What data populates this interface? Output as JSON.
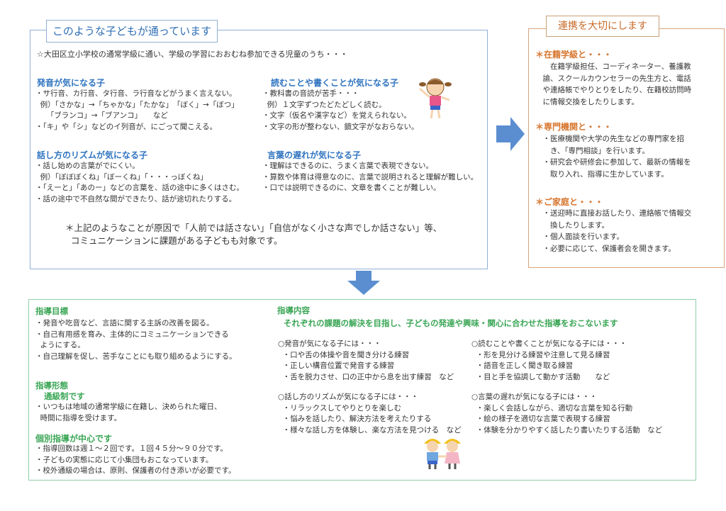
{
  "children_box": {
    "title": "このような子どもが通っています",
    "intro": "☆大田区立小学校の通常学級に通い、学級の学習におおむね参加できる児童のうち・・・",
    "groups": [
      {
        "heading": "発音が気になる子",
        "lines": [
          "・サ行音、カ行音、タ行音、ラ行音などがうまく言えない。",
          "  例）「さかな」→「ちゃかな」「たかな」　「ぼく」→「ぼつ」",
          "　　「ブランコ」→「ブアンコ」　　など",
          "・「キ」や「シ」などのイ列音が、にごって聞こえる。"
        ]
      },
      {
        "heading": "読むことや書くことが気になる子",
        "lines": [
          "・教科書の音読が苦手・・・",
          "  例）１文字ずつたどたどしく読む。",
          "・文字（仮名や漢字など）を覚えられない。",
          "・文字の形が整わない、鏡文字がなおらない。"
        ]
      },
      {
        "heading": "話し方のリズムが気になる子",
        "lines": [
          "・話し始めの言葉がでにくい。",
          "  例）「ぼぼぼくね」「ぼーくね」「・・・っぼくね」",
          "・「えーと」「あのー」などの言葉を、話の途中に多くはさむ。",
          "・話の途中で不自然な間ができたり、話が途切れたりする。"
        ]
      },
      {
        "heading": "言葉の遅れが気になる子",
        "lines": [
          "・理解はできるのに、うまく言葉で表現できない。",
          "・算数や体育は得意なのに、言葉で説明されると理解が難しい。",
          "・口では説明できるのに、文章を書くことが難しい。"
        ]
      }
    ],
    "note": [
      "＊上記のようなことが原因で「人前では話さない」「自信がなく小さな声でしか話さない」等、",
      "  コミュニケーションに課題がある子どもも対象です。"
    ]
  },
  "collab_box": {
    "title": "連携を大切にします",
    "sections": [
      {
        "heading": "＊在籍学級と・・・",
        "lines": [
          "　　在籍学級担任、コーディネーター、養護教",
          "　諭、スクールカウンセラーの先生方と、電話",
          "　や連絡帳でやりとりをしたり、在籍校訪問時",
          "　に情報交換をしたりします。"
        ]
      },
      {
        "heading": "＊専門機関と・・・",
        "lines": [
          "　・医療機関や大学の先生などの専門家を招",
          "　　き、「専門相談」を行います。",
          "　・研究会や研修会に参加して、最新の情報を",
          "　　取り入れ、指導に生かしています。"
        ]
      },
      {
        "heading": "＊ご家庭と・・・",
        "lines": [
          "　・送迎時に直接お話したり、連絡帳で情報交",
          "　　換したりします。",
          "　・個人面談を行います。",
          "　・必要に応じて、保護者会を開きます。"
        ]
      }
    ]
  },
  "guidance": {
    "goals": {
      "heading": "指導目標",
      "lines": [
        "・発音や吃音など、言語に関する主訴の改善を図る。",
        "・自己有用感を育み、主体的にコミュニケーションできる",
        "  ようにする。",
        "・自己理解を促し、苦手なことにも取り組めるようにする。"
      ]
    },
    "form": {
      "heading": "指導形態",
      "subheading": "通級制です",
      "lines": [
        "・いつもは地域の通常学級に在籍し、決められた曜日、",
        "  時間に指導を受けます。"
      ]
    },
    "individual": {
      "heading": "個別指導が中心です",
      "lines": [
        "・指導回数は週１～２回です。１回４５分～９０分です。",
        "・子どもの実態に応じて小集団もおこなっています。",
        "・校外通級の場合は、原則、保護者の付き添いが必要です。"
      ]
    },
    "content": {
      "heading": "指導内容",
      "subtitle": "それぞれの課題の解決を目指し、子どもの発達や興味・関心に合わせた指導をおこないます",
      "groups": [
        {
          "lines": [
            "○発音が気になる子には・・・",
            "  ・口や舌の体操や音を聞き分ける練習",
            "  ・正しい構音位置で発音する練習",
            "  ・舌を脱力させ、口の正中から息を出す練習　など"
          ]
        },
        {
          "lines": [
            "○読むことや書くことが気になる子には・・・",
            "  ・形を見分ける練習や注意して見る練習",
            "  ・語音を正しく聞き取る練習",
            "  ・目と手を協調して動かす活動　　など"
          ]
        },
        {
          "lines": [
            "○話し方のリズムが気になる子には・・・",
            "  ・リラックスしてやりとりを楽しむ",
            "  ・悩みを話したり、解決方法を考えたりする",
            "  ・様々な話し方を体験し、楽な方法を見つける　など"
          ]
        },
        {
          "lines": [
            "○言葉の遅れが気になる子には・・・",
            "  ・楽しく会話しながら、適切な言葉を知る行動",
            "  ・絵の様子を適切な言葉で表現する練習",
            "  ・体験を分かりやすく話したり書いたりする活動　など"
          ]
        }
      ]
    }
  },
  "colors": {
    "blue": "#2f74c0",
    "orange": "#d7762e",
    "green": "#3aa655",
    "arrow": "#5b8ed0"
  }
}
